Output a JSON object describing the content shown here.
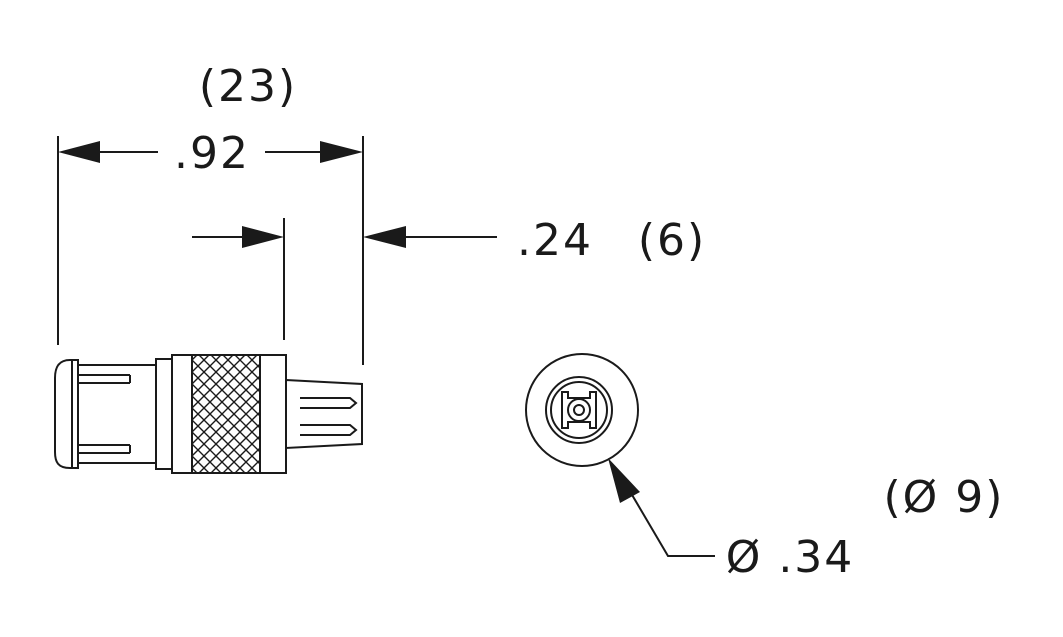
{
  "dimensions": {
    "overall_length_metric": "(23)",
    "overall_length_inch": ".92",
    "tip_length_inch": ".24",
    "tip_length_metric": "(6)",
    "diameter_inch": "Ø .34",
    "diameter_metric": "(Ø 9)"
  },
  "colors": {
    "line": "#1a1a1a",
    "background": "#ffffff"
  }
}
